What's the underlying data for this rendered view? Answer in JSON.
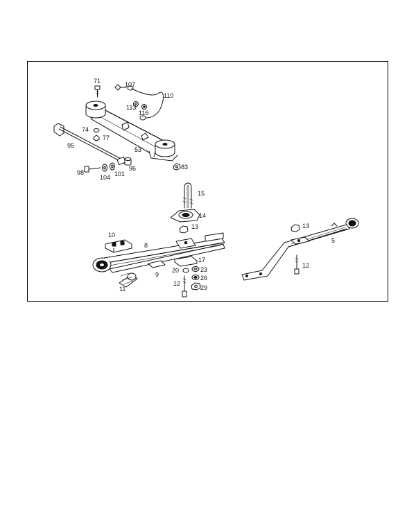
{
  "diagram": {
    "part_numbers": [
      "71",
      "107",
      "110",
      "113",
      "116",
      "74",
      "77",
      "95",
      "53",
      "83",
      "98",
      "104",
      "101",
      "96",
      "15",
      "14",
      "13",
      "10",
      "8",
      "9",
      "11",
      "17",
      "20",
      "23",
      "26",
      "12",
      "29",
      "5"
    ]
  }
}
